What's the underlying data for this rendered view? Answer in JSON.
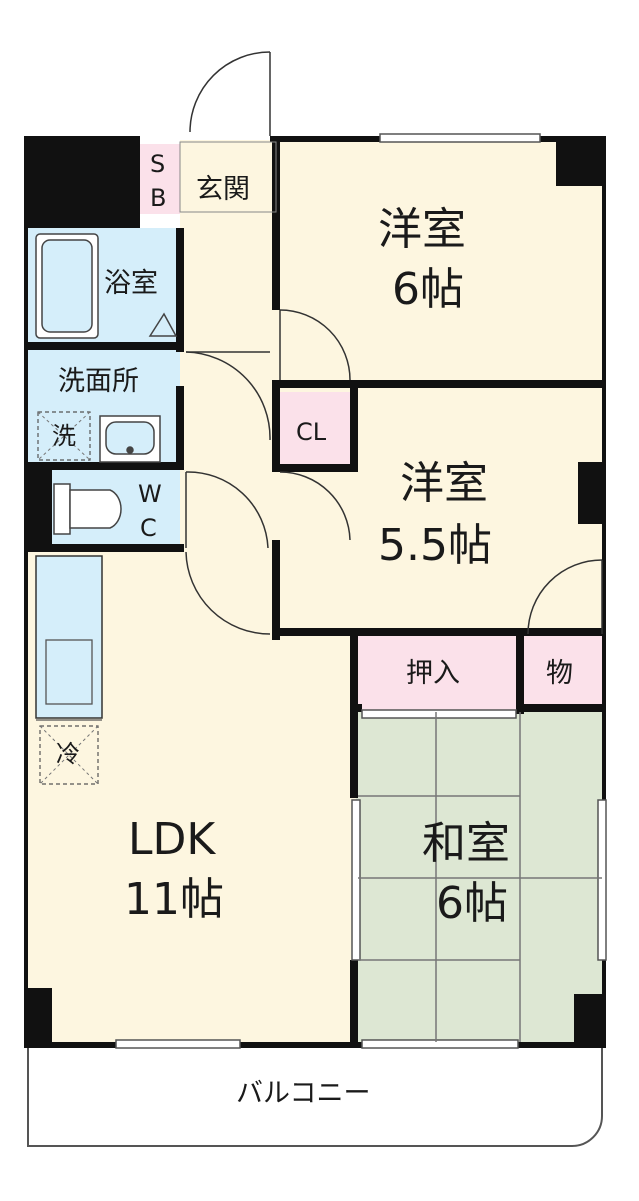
{
  "colors": {
    "wall": "#111111",
    "floor_wood": "#fdf6e0",
    "wet_area": "#d5eefa",
    "storage": "#fbe1ea",
    "tatami": "#dde7d3",
    "line": "#333333"
  },
  "rooms": {
    "yoshitsu1": {
      "name": "洋室",
      "size": "6帖"
    },
    "yoshitsu2": {
      "name": "洋室",
      "size": "5.5帖"
    },
    "washitsu": {
      "name": "和室",
      "size": "6帖"
    },
    "ldk": {
      "name": "LDK",
      "size": "11帖"
    }
  },
  "small_rooms": {
    "sb_s": "S",
    "sb_b": "B",
    "genkan": "玄関",
    "yokushitsu": "浴室",
    "senmenjo": "洗面所",
    "sentakuki": "洗",
    "wc_w": "W",
    "wc_c": "C",
    "cl": "CL",
    "oshiire": "押入",
    "mono": "物",
    "reizoko": "冷"
  },
  "balcony": "バルコニー"
}
